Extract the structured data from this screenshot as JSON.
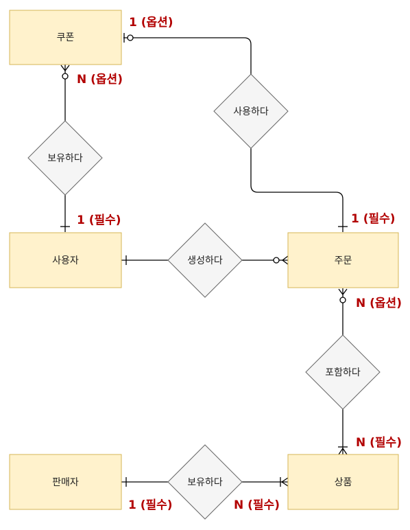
{
  "entities": {
    "coupon": "쿠폰",
    "user": "사용자",
    "order": "주문",
    "seller": "판매자",
    "product": "상품"
  },
  "relationships": {
    "uses": "사용하다",
    "owns_coupon": "보유하다",
    "creates": "생성하다",
    "contains": "포함하다",
    "owns_product": "보유하다"
  },
  "cardinalities": {
    "coupon_uses": "1 (옵션)",
    "coupon_owns": "N (옵션)",
    "user_owns": "1 (필수)",
    "order_uses": "1 (필수)",
    "order_contains": "N (옵션)",
    "product_contains": "N (필수)",
    "seller_owns": "1 (필수)",
    "product_owns": "N (필수)"
  },
  "colors": {
    "entity_fill": "#fff2cc",
    "entity_border": "#d6b656",
    "relationship_fill": "#f5f5f5",
    "relationship_border": "#666666",
    "cardinality_text": "#b20000"
  }
}
